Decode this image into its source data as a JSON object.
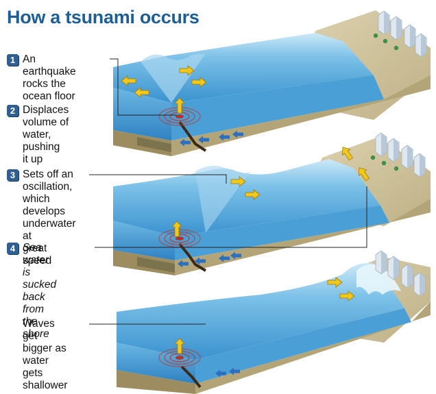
{
  "title": "How a tsunami occurs",
  "steps": [
    {
      "num": "1",
      "text": "An earthquake\nrocks the\nocean floor",
      "italic": false
    },
    {
      "num": "2",
      "text": "Displaces\nvolume of\nwater, pushing\nit up",
      "italic": false
    },
    {
      "num": "3",
      "text": "Sets off an\noscillation,\nwhich develops\nunderwater at\ngreat speed",
      "italic": false
    },
    {
      "num": "4",
      "text": "Sea water is\nsucked back\nfrom the shore",
      "italic": true
    }
  ],
  "final_caption": "Waves get\nbigger as\nwater gets\nshallower",
  "colors": {
    "title": "#1d5f95",
    "number_badge": "#2f5f93",
    "ocean": "#5ab0e0",
    "seabed": "#c8bd98",
    "arrow_yellow": "#f2c81c",
    "arrow_blue": "#2a6fc0"
  }
}
